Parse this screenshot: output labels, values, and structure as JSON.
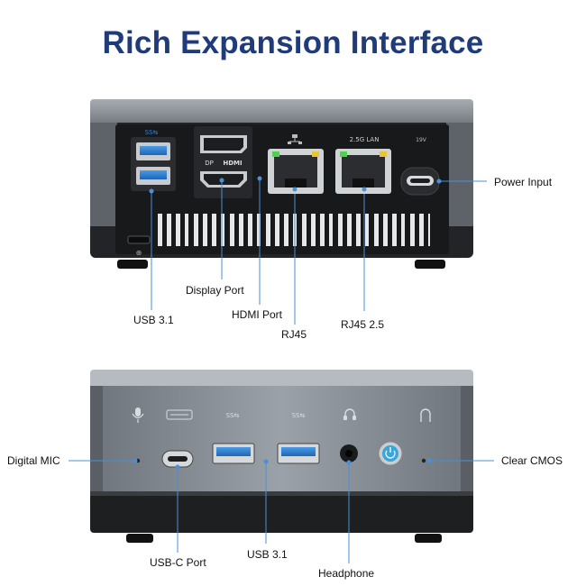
{
  "title": "Rich Expansion Interface",
  "rear_panel": {
    "port_markings": {
      "usb_superspeed": "SS⇆",
      "dp": "DP",
      "hdmi": "HDMI",
      "lan_25g": "2.5G LAN",
      "power_rating": "19V"
    },
    "callouts": {
      "power_input": "Power Input",
      "display_port": "Display Port",
      "hdmi_port": "HDMI Port",
      "usb_31": "USB 3.1",
      "rj45": "RJ45",
      "rj45_25": "RJ45 2.5"
    }
  },
  "front_panel": {
    "port_markings": {
      "usb_superspeed": "SS⇆"
    },
    "callouts": {
      "digital_mic": "Digital MIC",
      "clear_cmos": "Clear CMOS",
      "usb_c_port": "USB-C Port",
      "usb_31": "USB 3.1",
      "headphone": "Headphone"
    }
  },
  "colors": {
    "title": "#1f3b7a",
    "leader_line": "#4a90d9",
    "chassis_top": "#8d949b",
    "chassis_body": "#242629",
    "port_blue": "#2f7fd2",
    "power_button_accent": "#3aa5d8"
  },
  "icons": {
    "network": "network-icon",
    "mic": "microphone-icon",
    "headphone": "headphone-icon",
    "cmos": "cmos-icon",
    "power": "power-button-icon"
  }
}
